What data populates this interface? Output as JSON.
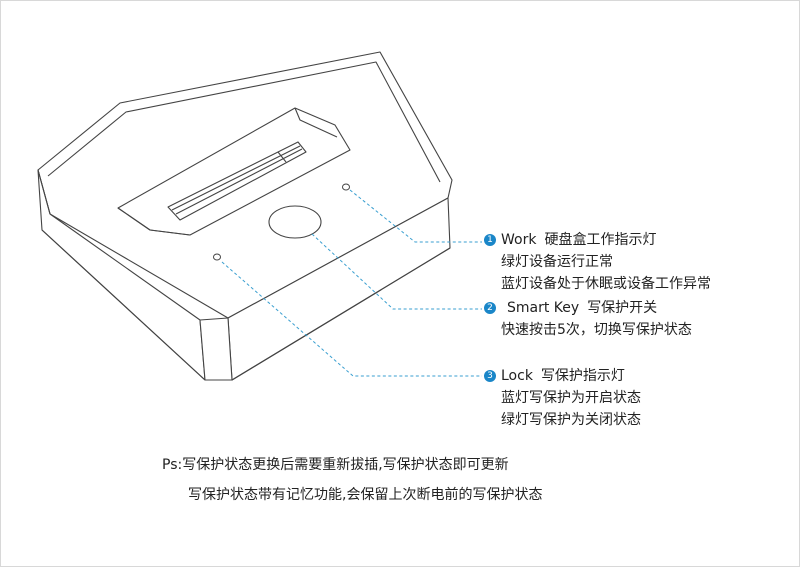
{
  "callouts": [
    {
      "number": "1",
      "title_en": "Work",
      "title_cn": "硬盘盒工作指示灯",
      "lines": [
        "绿灯设备运行正常",
        "蓝灯设备处于休眠或设备工作异常"
      ]
    },
    {
      "number": "2",
      "title_en": "Smart  Key",
      "title_cn": "写保护开关",
      "lines": [
        "快速按击5次，切换写保护状态"
      ]
    },
    {
      "number": "3",
      "title_en": "Lock",
      "title_cn": "写保护指示灯",
      "lines": [
        "蓝灯写保护为开启状态",
        "绿灯写保护为关闭状态"
      ]
    }
  ],
  "note": {
    "line1": "Ps:写保护状态更换后需要重新拔插,写保护状态即可更新",
    "line2": "写保护状态带有记忆功能,会保留上次断电前的写保护状态"
  },
  "colors": {
    "accent": "#1a86c8",
    "leader": "#3a9fd0",
    "outline": "#444444"
  }
}
